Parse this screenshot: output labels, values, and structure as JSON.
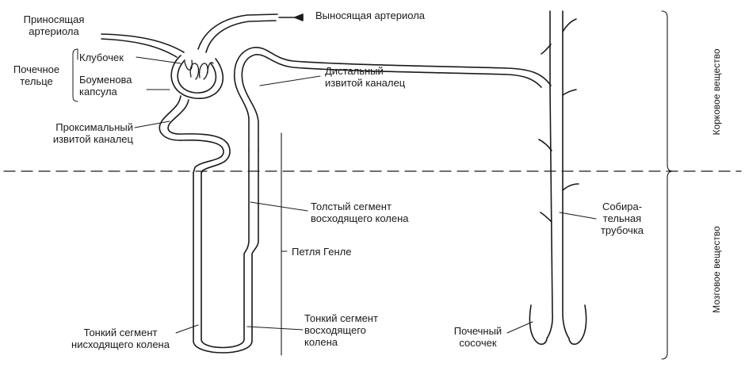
{
  "labels": {
    "afferent_line1": "Приносящая",
    "afferent_line2": "артериола",
    "efferent": "Выносящая артериола",
    "corpuscle_line1": "Почечное",
    "corpuscle_line2": "тельце",
    "glomerulus": "Клубочек",
    "bowman_line1": "Боуменова",
    "bowman_line2": "капсула",
    "distal_line1": "Дистальный",
    "distal_line2": "извитой каналец",
    "proximal_line1": "Проксимальный",
    "proximal_line2": "извитой каналец",
    "thick_line1": "Толстый сегмент",
    "thick_line2": "восходящего колена",
    "loop": "Петля Генле",
    "thin_asc_line1": "Тонкий сегмент",
    "thin_asc_line2": "восходящего",
    "thin_asc_line3": "колена",
    "thin_desc_line1": "Тонкий сегмент",
    "thin_desc_line2": "нисходящего колена",
    "papilla_line1": "Почечный",
    "papilla_line2": "сосочек",
    "collecting_line1": "Собира-",
    "collecting_line2": "тельная",
    "collecting_line3": "трубочка",
    "cortex": "Корковое вещество",
    "medulla": "Мозговое вещество"
  },
  "colors": {
    "line": "#1a1a1a",
    "background": "#ffffff"
  }
}
